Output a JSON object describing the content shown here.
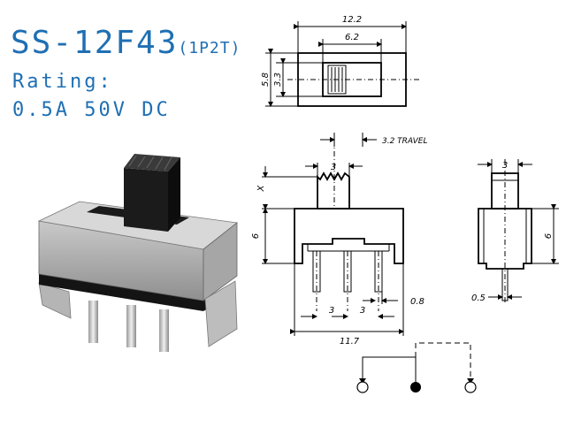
{
  "header": {
    "model": "SS-12F43",
    "config": "(1P2T)",
    "rating_label": "Rating:",
    "rating_value": "0.5A  50V  DC"
  },
  "top_view": {
    "width": "12.2",
    "slot_width": "6.2",
    "height": "5.8",
    "slot_height": "3.3"
  },
  "front_view": {
    "actuator_width": "3",
    "travel": "3.2 TRAVEL",
    "actuator_height": "X",
    "body_height": "6",
    "pin_pitch_1": "3",
    "pin_pitch_2": "3",
    "pin_width": "0.8",
    "base_width": "11.7"
  },
  "side_view": {
    "actuator_width": "3",
    "body_height": "6",
    "pin_thickness": "0.5"
  },
  "colors": {
    "header": "#1f6fb3"
  }
}
